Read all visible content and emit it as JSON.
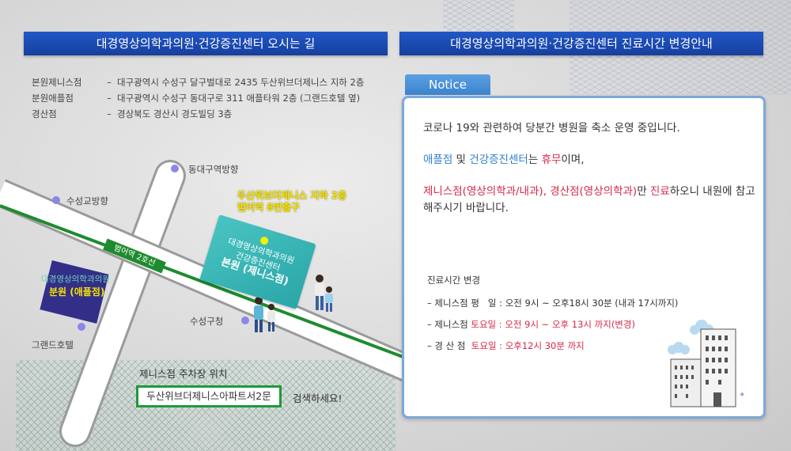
{
  "left_header": "대경영상의학과의원·건강증진센터 오시는 길",
  "right_header": "대경영상의학과의원·건강증진센터 진료시간 변경안내",
  "addresses": [
    {
      "name": "본원제니스점",
      "dash": "–",
      "address": "대구광역시 수성구 달구벌대로 2435 두산위브더제니스 지하 2층"
    },
    {
      "name": "분원애플점",
      "dash": "–",
      "address": "대구광역시 수성구 동대구로 311 애플타워 2층 (그랜드호텔 옆)"
    },
    {
      "name": "경산점",
      "dash": "–",
      "address": "경상북도 경산시 경도빌딩 3층"
    }
  ],
  "map": {
    "label_dongdaegu": "동대구역방향",
    "label_suseonggyo": "수성교방향",
    "label_suseonggu": "수성구청",
    "label_grand_hotel": "그랜드호텔",
    "rail_label": "범어역 2호선",
    "station_line1": "두산위브더제니스 지하 2층",
    "station_line2": "범어역 8번출구",
    "branch_sign_line1": "대경영상의학과의원",
    "branch_sign_line2": "건강증진센터",
    "branch_sign_line3": "본원 (제니스점)",
    "apple_line1": "대경영상의학과의원",
    "apple_line2": "분원 (애플점)"
  },
  "parking": {
    "title": "제니스점 주차장 위치",
    "box": "두산위브더제니스아파트서2문",
    "suffix": "검색하세요!"
  },
  "notice": {
    "tab": "Notice",
    "line1": "코로나 19와 관련하여 당분간 병원을 축소 운영 중입니다.",
    "line2_part1": "애플점",
    "line2_part2": " 및 ",
    "line2_part3": "건강증진센터",
    "line2_part4": "는 ",
    "line2_part5": "휴무",
    "line2_part6": "이며,",
    "line3_part1": "제니스점(영상의학과/내과), 경산점(영상의학과)",
    "line3_part2": "만 ",
    "line3_part3": "진료",
    "line3_part4": "하오니 내원에 참고해주시기 바랍니다."
  },
  "hours": {
    "title": "진료시간 변경",
    "row1_label": "– 제니스점 평   일 : ",
    "row1_value": "오전 9시 ~ 오후18시 30분 (내과 17시까지)",
    "row2_label": "– 제니스점 ",
    "row2_value": "토요일 : 오전 9시 ~ 오후 13시 까지(변경)",
    "row3_label": "– 경 산 점  ",
    "row3_value": "토요일 : 오후12시 30분 까지"
  },
  "colors": {
    "header_blue": "#1d4fb8",
    "rail_green": "#1e8b2f",
    "accent_red": "#d6284a",
    "accent_blue": "#2f7fca"
  }
}
